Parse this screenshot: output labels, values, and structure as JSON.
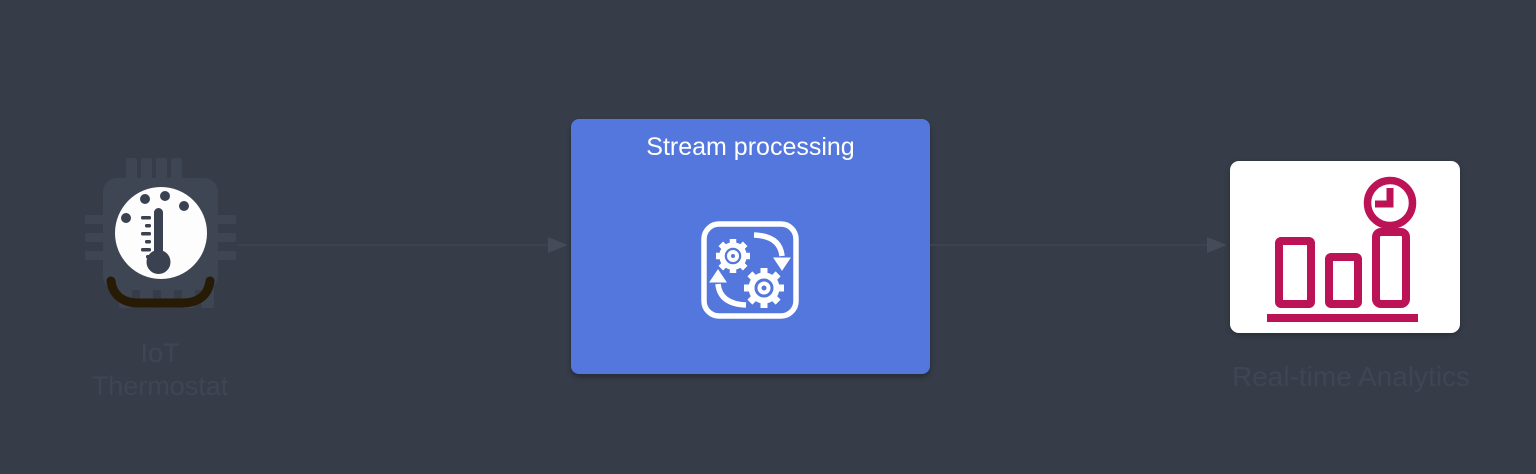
{
  "colors": {
    "background": "#363d49",
    "muted_label": "#3e4653",
    "arrow_line": "#3c434f",
    "arrow_head": "#444b59",
    "stream_box_fill": "#5377dc",
    "stream_title_color": "#ffffff",
    "analytics_card_fill": "#ffffff",
    "analytics_accent": "#bc1356",
    "chip_fill": "#3e4654",
    "chip_shadow": "#271b06",
    "icon_white": "#fdfdfe",
    "thermo": "#3a4150"
  },
  "nodes": {
    "iot": {
      "label": "IoT\nThermostat",
      "icon": "thermometer-chip-icon"
    },
    "stream": {
      "title": "Stream processing",
      "icon": "gears-sync-icon"
    },
    "analytics": {
      "label": "Real-time Analytics",
      "icon": "bar-chart-clock-icon"
    }
  },
  "edges": [
    {
      "from": "iot",
      "to": "stream"
    },
    {
      "from": "stream",
      "to": "analytics"
    }
  ]
}
